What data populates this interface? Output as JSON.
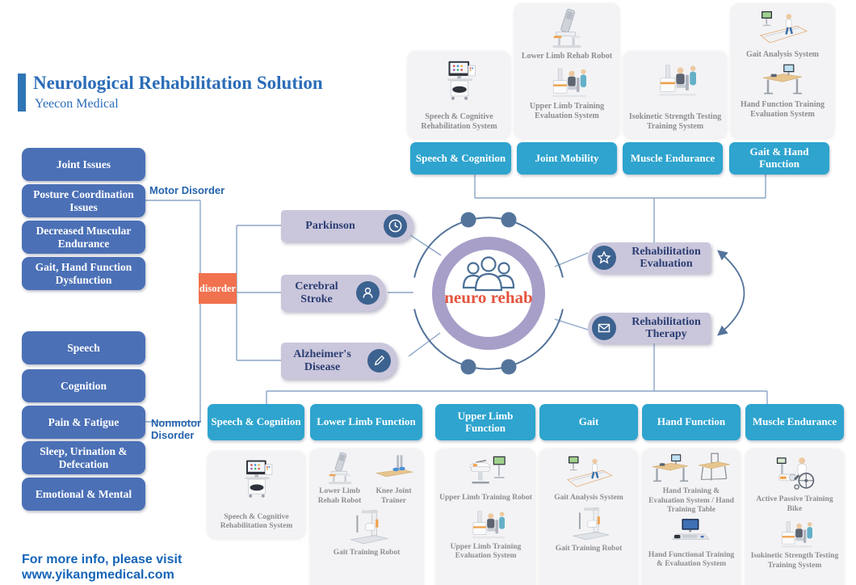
{
  "header": {
    "title": "Neurological Rehabilitation Solution",
    "subtitle": "Yeecon Medical"
  },
  "left_panel": {
    "motor_label": "Motor Disorder",
    "nonmotor_label": "Nonmotor Disorder",
    "disorder_box": "disorder",
    "motor_items": [
      "Joint Issues",
      "Posture Coordination Issues",
      "Decreased Muscular Endurance",
      "Gait, Hand Function Dysfunction"
    ],
    "nonmotor_items": [
      "Speech",
      "Cognition",
      "Pain & Fatigue",
      "Sleep, Urination & Defecation",
      "Emotional & Mental"
    ]
  },
  "center": {
    "hub_label": "neuro rehab",
    "diseases": [
      {
        "label": "Parkinson",
        "icon": "clock-icon"
      },
      {
        "label": "Cerebral Stroke",
        "icon": "person-icon"
      },
      {
        "label": "Alzheimer's Disease",
        "icon": "pencil-icon"
      }
    ],
    "services": [
      {
        "label": "Rehabilitation Evaluation",
        "icon": "star-icon"
      },
      {
        "label": "Rehabilitation Therapy",
        "icon": "mail-icon"
      }
    ]
  },
  "top_section": {
    "categories": [
      "Speech & Cognition",
      "Joint Mobility",
      "Muscle Endurance",
      "Gait & Hand Function"
    ],
    "cards": [
      {
        "products": [
          "Speech & Cognitive Rehabilitation System"
        ]
      },
      {
        "products": [
          "Lower Limb Rehab Robot",
          "Upper Limb Training Evaluation System"
        ]
      },
      {
        "products": [
          "Isokinetic Strength Testing Training System"
        ]
      },
      {
        "products": [
          "Gait Analysis System",
          "Hand Function Training Evaluation System"
        ]
      }
    ]
  },
  "bottom_section": {
    "categories": [
      "Speech & Cognition",
      "Lower Limb Function",
      "Upper Limb Function",
      "Gait",
      "Hand Function",
      "Muscle Endurance"
    ],
    "cards": [
      {
        "products": [
          "Speech & Cognitive Rehabilitation System"
        ]
      },
      {
        "products": [
          "Lower Limb Rehab Robot",
          "Knee Joint Trainer",
          "Gait Training Robot"
        ]
      },
      {
        "products": [
          "Upper Limb Training Robot",
          "Upper Limb Training Evaluation System"
        ]
      },
      {
        "products": [
          "Gait Analysis System",
          "Gait Training Robot"
        ]
      },
      {
        "products": [
          "Hand Training & Evaluation System / Hand Training Table",
          "Hand Functional Training & Evaluation System"
        ]
      },
      {
        "products": [
          "Active Passive Training Bike",
          "Isokinetic Strength Testing Training System"
        ]
      }
    ]
  },
  "footer": {
    "line1": "For more info, please visit",
    "line2": "www.yikangmedical.com"
  },
  "colors": {
    "primary_blue": "#2b6cb8",
    "button_blue": "#4b70b6",
    "teal": "#2ea4ce",
    "orange": "#f0724e",
    "lavender": "#cac6db",
    "coral_text": "#e5543f",
    "icon_navy": "#3c6290"
  }
}
